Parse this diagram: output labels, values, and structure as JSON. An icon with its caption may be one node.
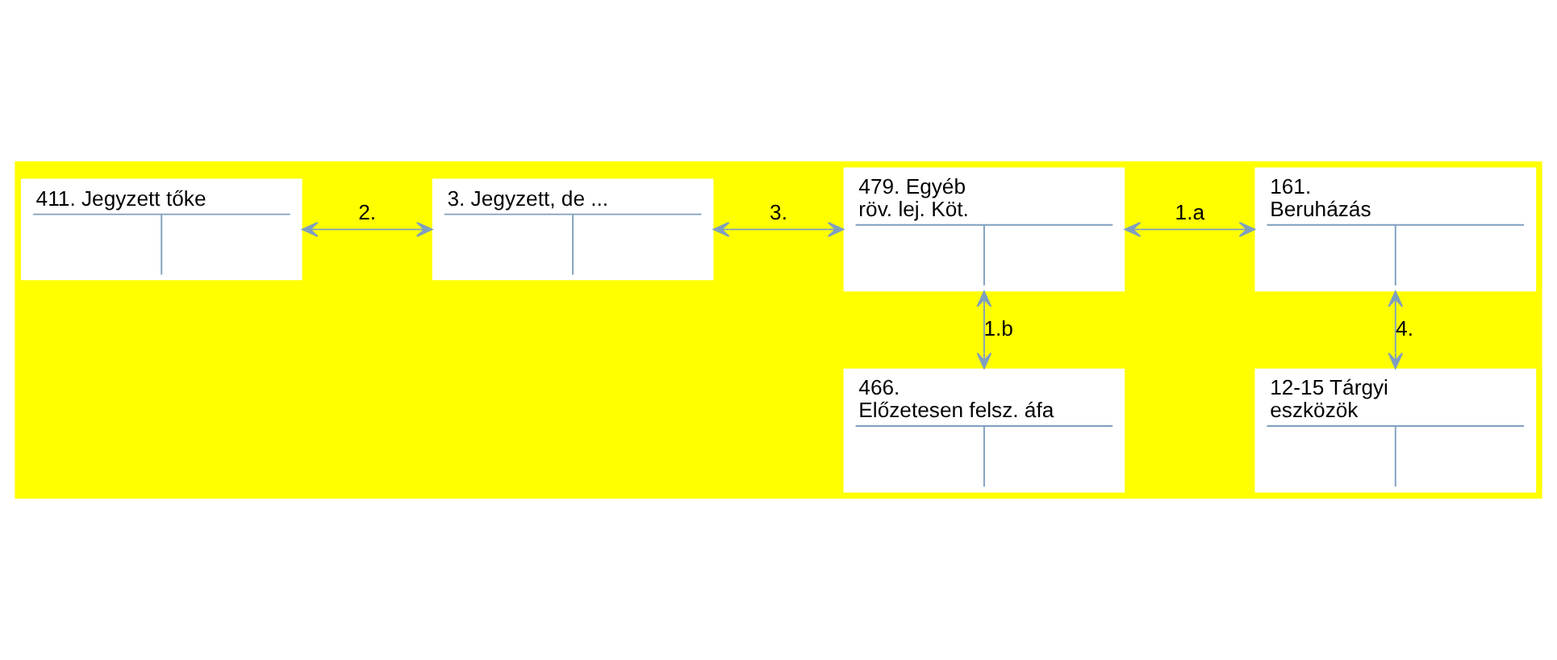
{
  "diagram": {
    "nodes": [
      {
        "text": [
          "411. Jegyzett tőke"
        ]
      },
      {
        "text": [
          "3. Jegyzett, de ..."
        ]
      },
      {
        "text": [
          "479. Egyéb röv. lej. Köt."
        ]
      },
      {
        "text": [
          "161. Beruházás"
        ]
      },
      {
        "text": [
          "466. Előzetesen felsz. áfa"
        ]
      },
      {
        "text": [
          "12-15 Tárgyi eszközök"
        ]
      }
    ],
    "edges": [
      {
        "from": 0,
        "to": 1,
        "arrow": "both",
        "label": "2."
      },
      {
        "from": 1,
        "to": 2,
        "arrow": "both",
        "label": "3."
      },
      {
        "from": 2,
        "to": 3,
        "arrow": "both",
        "label": "1.a"
      },
      {
        "from": 2,
        "to": 4,
        "arrow": "both",
        "label": "1.b"
      },
      {
        "from": 3,
        "to": 5,
        "arrow": "both",
        "label": "4."
      }
    ]
  }
}
